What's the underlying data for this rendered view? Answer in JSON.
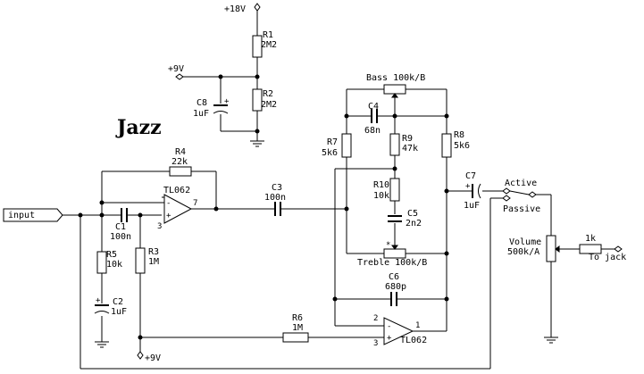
{
  "diagram": {
    "title": "Jazz",
    "input_label": "input",
    "supply_18v": "+18V",
    "supply_9v_left": "+9V",
    "supply_9v_bottom": "+9V",
    "op_amp_1": "TL062",
    "op_amp_2": "TL062",
    "pins": {
      "u1_plus": "+",
      "u1_minus": "-",
      "u1_pin3": "3",
      "u1_pin7": "7",
      "u2_pin1": "1",
      "u2_pin2": "2",
      "u2_pin3": "3",
      "u2_minus": "-",
      "u2_plus": "+",
      "c8_plus": "+",
      "c2_plus": "+",
      "c7_plus": "+",
      "treble_mark": "*"
    },
    "components": {
      "R1": {
        "name": "R1",
        "value": "2M2"
      },
      "R2": {
        "name": "R2",
        "value": "2M2"
      },
      "C8": {
        "name": "C8",
        "value": "1uF"
      },
      "R3": {
        "name": "R3",
        "value": "1M"
      },
      "R4": {
        "name": "R4",
        "value": "22k"
      },
      "R5": {
        "name": "R5",
        "value": "10k"
      },
      "C1": {
        "name": "C1",
        "value": "100n"
      },
      "C2": {
        "name": "C2",
        "value": "1uF"
      },
      "C3": {
        "name": "C3",
        "value": "100n"
      },
      "C4": {
        "name": "C4",
        "value": "68n"
      },
      "R7": {
        "name": "R7",
        "value": "5k6"
      },
      "R9": {
        "name": "R9",
        "value": "47k"
      },
      "R8": {
        "name": "R8",
        "value": "5k6"
      },
      "R10": {
        "name": "R10",
        "value": "10k"
      },
      "C5": {
        "name": "C5",
        "value": "2n2"
      },
      "C6": {
        "name": "C6",
        "value": "680p"
      },
      "R6": {
        "name": "R6",
        "value": "1M"
      },
      "C7": {
        "name": "C7",
        "value": "1uF"
      }
    },
    "pot_bass": "Bass 100k/B",
    "pot_treble": "Treble 100k/B",
    "switch_active": "Active",
    "switch_passive": "Passive",
    "volume_name": "Volume",
    "volume_value": "500k/A",
    "out_resistor": "1k",
    "to_jack": "To jack"
  }
}
